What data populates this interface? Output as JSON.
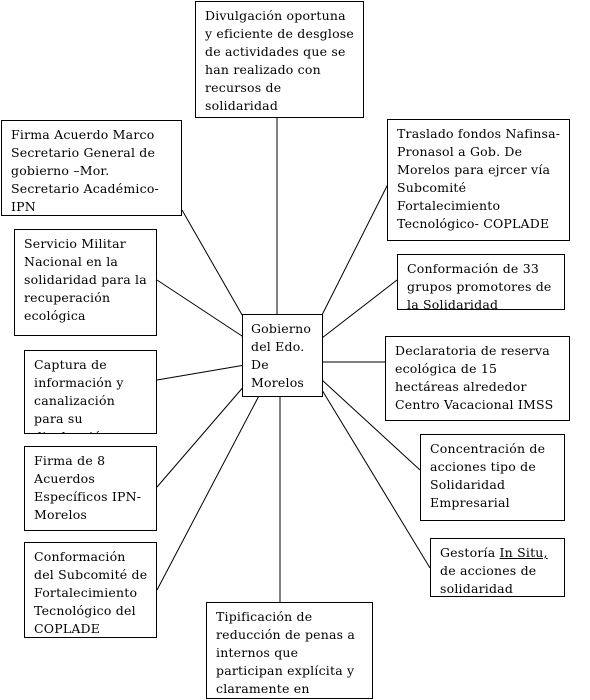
{
  "diagram": {
    "center": "Gobierno del Edo. De Morelos",
    "nodes": {
      "top": "Divulgación oportuna y eficiente de desglose de actividades que se han realizado con recursos de solidaridad gubernamentales.",
      "firma_acuerdo": "Firma Acuerdo Marco Secretario General de gobierno –Mor. Secretario Académico-IPN",
      "servicio_militar": "Servicio Militar Nacional en la solidaridad para la recuperación ecológica",
      "captura": "Captura de información y canalización para su divulgación",
      "firma_8": "Firma de 8 Acuerdos Específicos IPN-Morelos",
      "subcomite": "Conformación del Subcomité de Fortalecimiento Tecnológico del COPLADE",
      "traslado": "Traslado fondos Nafinsa-Pronasol a Gob. De Morelos para ejrcer vía Subcomité Fortalecimiento Tecnológico- COPLADE",
      "grupos": "Conformación de 33 grupos promotores de la Solidaridad",
      "reserva": "Declaratoria de reserva ecológica de 15 hectáreas alrededor Centro Vacacional IMSS",
      "concentracion": "Concentración de acciones tipo de Solidaridad Empresarial",
      "gestoria_pre": "Gestoría ",
      "gestoria_u": "In Situ,",
      "gestoria_post": " de acciones de solidaridad",
      "tipificacion": "Tipificación de reducción de penas a internos que participan explícita y claramente en acciones solidarias"
    }
  }
}
